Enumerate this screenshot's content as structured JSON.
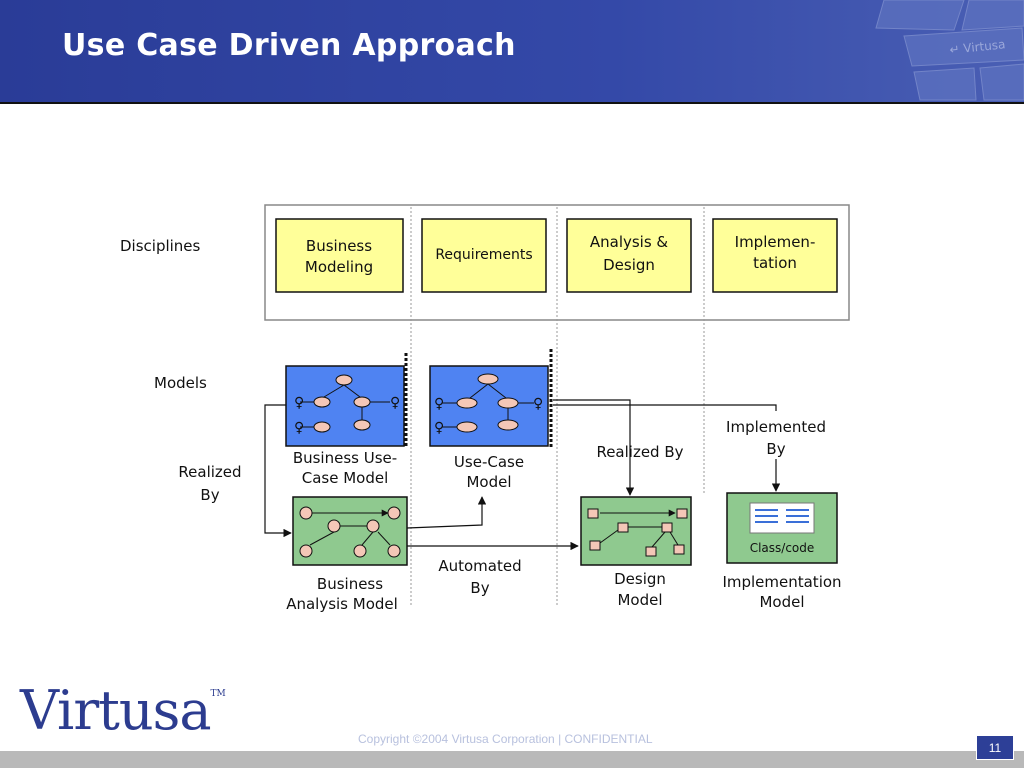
{
  "slide": {
    "title": "Use Case Driven Approach",
    "copyright": "Copyright ©2004 Virtusa Corporation | CONFIDENTIAL",
    "page_number": "11",
    "logo_text": "Virtusa",
    "logo_tm": "TM"
  },
  "diagram": {
    "row_labels": {
      "disciplines": "Disciplines",
      "models": "Models"
    },
    "disciplines": [
      {
        "line1": "Business",
        "line2": "Modeling"
      },
      {
        "line1": "Requirements",
        "line2": ""
      },
      {
        "line1": "Analysis &",
        "line2": "Design"
      },
      {
        "line1": "Implemen-",
        "line2": "tation"
      }
    ],
    "models": {
      "business_use_case": {
        "line1": "Business Use-",
        "line2": "Case Model"
      },
      "use_case": {
        "line1": "Use-Case",
        "line2": "Model"
      },
      "business_analysis": {
        "line1": "Business",
        "line2": "Analysis Model"
      },
      "design": {
        "line1": "Design",
        "line2": "Model"
      },
      "implementation": {
        "line1": "Implementation",
        "line2": "Model",
        "inner": "Class/code"
      }
    },
    "relations": {
      "realized_by_left": {
        "line1": "Realized",
        "line2": "By"
      },
      "automated_by": {
        "line1": "Automated",
        "line2": "By"
      },
      "realized_by": "Realized By",
      "implemented_by": {
        "line1": "Implemented",
        "line2": "By"
      }
    },
    "colors": {
      "discipline_fill": "#ffff99",
      "blue_model": "#4f83f2",
      "green_model": "#8fc98f",
      "bubble": "#f4c7b7"
    }
  }
}
